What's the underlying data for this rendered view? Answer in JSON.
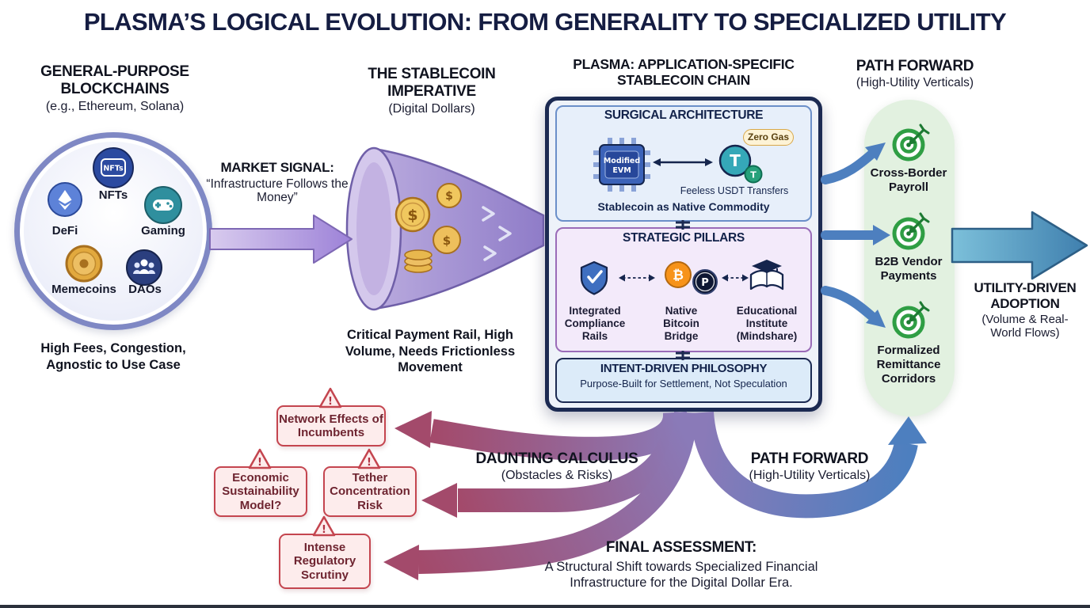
{
  "title": "PLASMA’S LOGICAL EVOLUTION: FROM GENERALITY TO SPECIALIZED UTILITY",
  "general_purpose": {
    "heading": "GENERAL-PURPOSE BLOCKCHAINS",
    "subheading": "(e.g., Ethereum, Solana)",
    "items": [
      {
        "label": "NFTs"
      },
      {
        "label": "DeFi"
      },
      {
        "label": "Gaming"
      },
      {
        "label": "Memecoins"
      },
      {
        "label": "DAOs"
      }
    ],
    "caption": "High Fees, Congestion, Agnostic to Use Case"
  },
  "market_signal": {
    "heading": "MARKET SIGNAL:",
    "quote": "“Infrastructure Follows the Money”"
  },
  "stablecoin_imperative": {
    "heading": "THE STABLECOIN IMPERATIVE",
    "subheading": "(Digital Dollars)",
    "caption": "Critical Payment Rail, High Volume, Needs Frictionless Movement"
  },
  "plasma": {
    "heading": "PLASMA: APPLICATION-SPECIFIC STABLECOIN CHAIN",
    "surgical": {
      "title": "SURGICAL ARCHITECTURE",
      "evm_line1": "Modified",
      "evm_line2": "EVM",
      "zero_gas": "Zero Gas",
      "feeless": "Feeless USDT Transfers",
      "commodity": "Stablecoin as Native Commodity"
    },
    "pillars": {
      "title": "STRATEGIC PILLARS",
      "items": [
        {
          "label": "Integrated Compliance Rails"
        },
        {
          "label": "Native Bitcoin Bridge"
        },
        {
          "label": "Educational Institute (Mindshare)"
        }
      ]
    },
    "philosophy": {
      "title": "INTENT-DRIVEN PHILOSOPHY",
      "subtitle": "Purpose-Built for Settlement, Not Speculation"
    }
  },
  "path_forward_top": {
    "heading": "PATH FORWARD",
    "subheading": "(High-Utility Verticals)",
    "verticals": [
      {
        "label": "Cross-Border Payroll"
      },
      {
        "label": "B2B Vendor Payments"
      },
      {
        "label": "Formalized Remittance Corridors"
      }
    ]
  },
  "utility_adoption": {
    "heading": "UTILITY-DRIVEN ADOPTION",
    "subheading": "(Volume & Real-World Flows)"
  },
  "daunting_calculus": {
    "heading": "DAUNTING CALCULUS",
    "subheading": "(Obstacles & Risks)",
    "risks": [
      {
        "label": "Network Effects of Incumbents"
      },
      {
        "label": "Economic Sustainability Model?"
      },
      {
        "label": "Tether Concentration Risk"
      },
      {
        "label": "Intense Regulatory Scrutiny"
      }
    ]
  },
  "path_forward_bottom": {
    "heading": "PATH FORWARD",
    "subheading": "(High-Utility Verticals)"
  },
  "final_assessment": {
    "heading": "FINAL ASSESSMENT:",
    "body": "A Structural Shift towards Specialized Financial Infrastructure for the Digital Dollar Era."
  },
  "icon_glyphs": {
    "nft": "NFTs",
    "dollar": "$",
    "tether": "T",
    "bitcoin": "₿",
    "plasma": "P",
    "warning": "!"
  },
  "colors": {
    "navy": "#1c2a52",
    "purple": "#9d82d8",
    "maroon": "#a34a6b",
    "blue": "#4d7fbf",
    "green": "#2f9e44",
    "red": "#c4454f",
    "gold": "#e2a93e"
  }
}
